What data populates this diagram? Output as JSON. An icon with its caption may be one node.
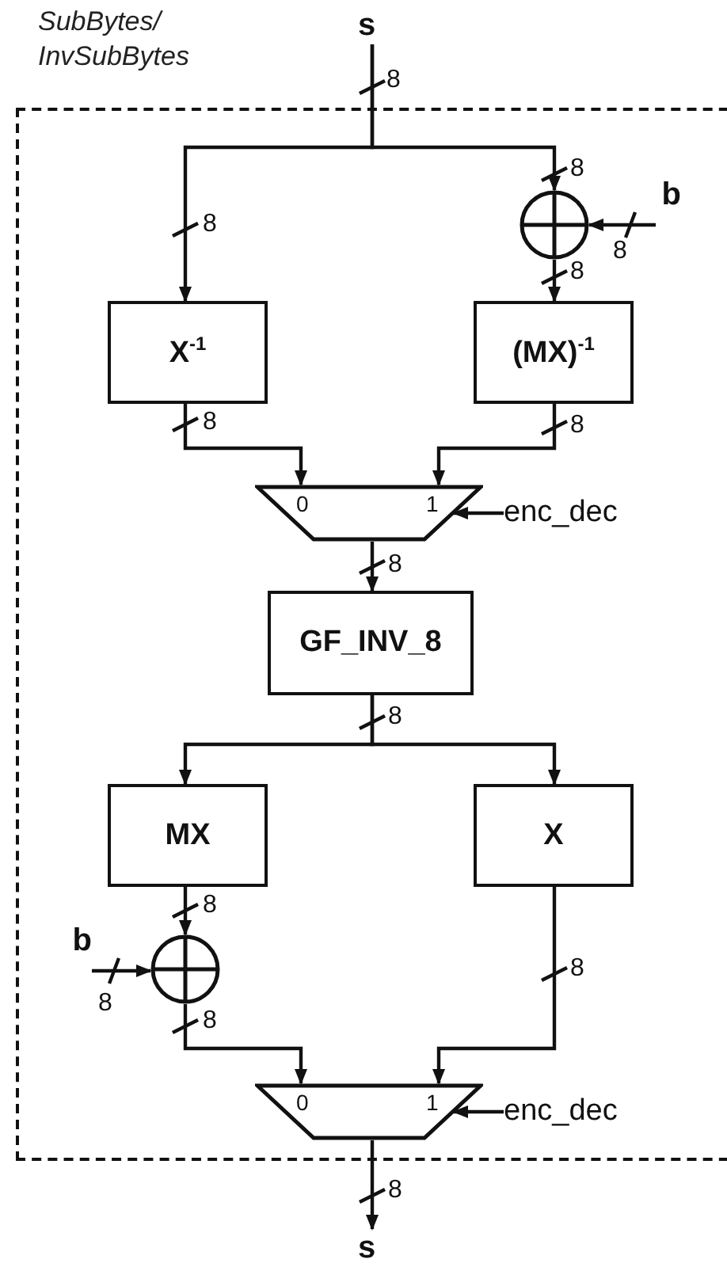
{
  "diagram": {
    "nodes": [
      {
        "text": [
          "SubBytes/ InvSubBytes"
        ]
      },
      {
        "text": [
          "s"
        ]
      },
      {
        "text": [],
        "shape": "circle",
        "in": 0
      },
      {
        "text": [
          "b"
        ],
        "in": 0
      },
      {
        "text": [
          "X$^{-1}$"
        ],
        "in": 0
      },
      {
        "text": [
          "(MX)$^{-1}$"
        ],
        "in": 0
      },
      {
        "text": [
          "0",
          "1"
        ],
        "in": 0
      },
      {
        "text": [
          "enc_dec"
        ],
        "in": 0
      },
      {
        "text": [
          "GF_INV_8"
        ],
        "in": 0
      },
      {
        "text": [
          "MX"
        ],
        "in": 0
      },
      {
        "text": [
          "X"
        ],
        "in": 0
      },
      {
        "text": [],
        "shape": "circle",
        "in": 0
      },
      {
        "text": [
          "b"
        ],
        "in": 0
      },
      {
        "text": [
          "0",
          "1"
        ],
        "in": 0
      },
      {
        "text": [
          "enc_dec"
        ],
        "in": 0
      },
      {
        "text": [
          "s"
        ]
      }
    ],
    "edges": [
      {
        "from": 1,
        "to": 4,
        "arrow": "to"
      },
      {
        "from": 1,
        "to": 2,
        "arrow": "to"
      },
      {
        "from": 3,
        "to": 2,
        "arrow": "to"
      },
      {
        "from": 2,
        "to": 5,
        "arrow": "to"
      },
      {
        "from": 4,
        "to": 6,
        "arrow": "to"
      },
      {
        "from": 5,
        "to": 6,
        "arrow": "to"
      },
      {
        "from": 7,
        "to": 6,
        "arrow": "to"
      },
      {
        "from": 6,
        "to": 8,
        "arrow": "to"
      },
      {
        "from": 8,
        "to": 9,
        "arrow": "to"
      },
      {
        "from": 8,
        "to": 10,
        "arrow": "to"
      },
      {
        "from": 9,
        "to": 11,
        "arrow": "to"
      },
      {
        "from": 12,
        "to": 11,
        "arrow": "to"
      },
      {
        "from": 11,
        "to": 13,
        "arrow": "to"
      },
      {
        "from": 10,
        "to": 13,
        "arrow": "to"
      },
      {
        "from": 14,
        "to": 13,
        "arrow": "to"
      },
      {
        "from": 13,
        "to": 15,
        "arrow": "to"
      }
    ],
    "labels": [
      "8",
      "8",
      "8",
      "8",
      "8",
      "8",
      "8",
      "8",
      "8",
      "8",
      "8",
      "8",
      "8",
      "8"
    ]
  }
}
